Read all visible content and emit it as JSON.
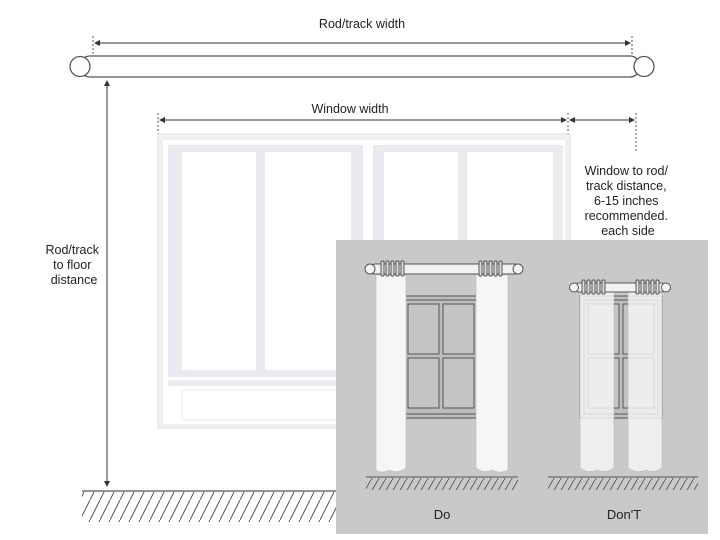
{
  "labels": {
    "rod_width": "Rod/track width",
    "window_width": "Window width",
    "window_to_rod": [
      "Window to rod/",
      "track distance,",
      "6-15 inches",
      "recommended.",
      "each side"
    ],
    "rod_to_floor": [
      "Rod/track",
      "to floor",
      "distance"
    ],
    "do": "Do",
    "dont": "Don'T"
  },
  "colors": {
    "line": "#555555",
    "window_frame": "#ececf1",
    "panel_bg": "#c9c9c9",
    "curtain": "#f6f6f6"
  }
}
